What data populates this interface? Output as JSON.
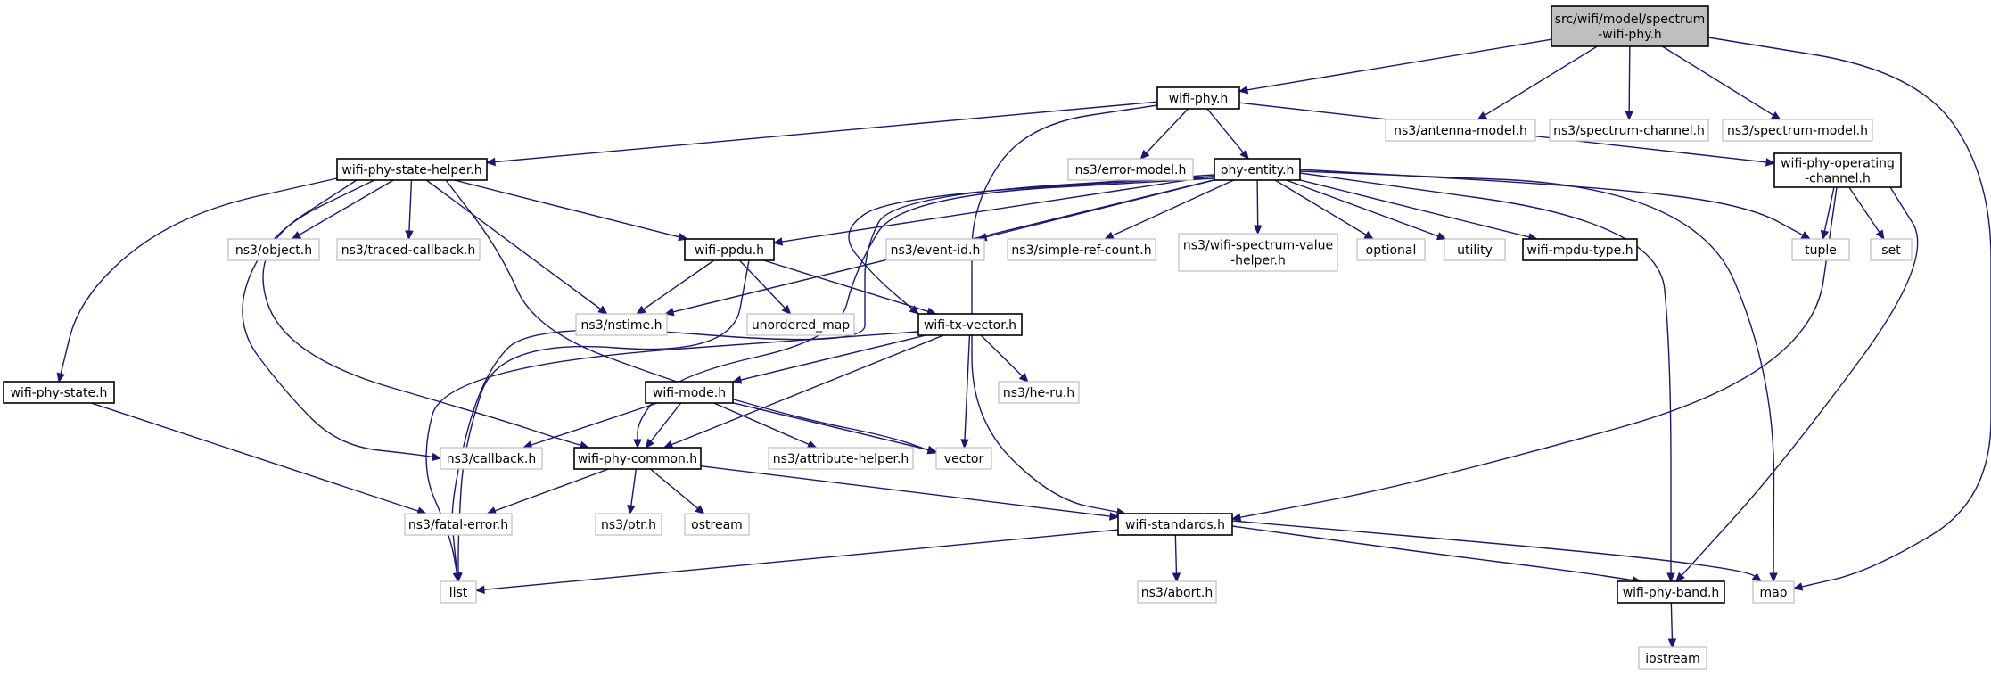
{
  "diagram": {
    "type": "include-dependency-graph",
    "nodes": [
      {
        "id": "root",
        "lines": [
          "src/wifi/model/spectrum",
          "-wifi-phy.h"
        ],
        "kind": "root"
      },
      {
        "id": "wifi-phy",
        "lines": [
          "wifi-phy.h"
        ],
        "kind": "internal"
      },
      {
        "id": "antenna-model",
        "lines": [
          "ns3/antenna-model.h"
        ],
        "kind": "external"
      },
      {
        "id": "spectrum-channel",
        "lines": [
          "ns3/spectrum-channel.h"
        ],
        "kind": "external"
      },
      {
        "id": "spectrum-model",
        "lines": [
          "ns3/spectrum-model.h"
        ],
        "kind": "external"
      },
      {
        "id": "wifi-phy-state-helper",
        "lines": [
          "wifi-phy-state-helper.h"
        ],
        "kind": "internal"
      },
      {
        "id": "error-model",
        "lines": [
          "ns3/error-model.h"
        ],
        "kind": "external"
      },
      {
        "id": "phy-entity",
        "lines": [
          "phy-entity.h"
        ],
        "kind": "internal"
      },
      {
        "id": "wifi-phy-operating-channel",
        "lines": [
          "wifi-phy-operating",
          "-channel.h"
        ],
        "kind": "internal"
      },
      {
        "id": "object",
        "lines": [
          "ns3/object.h"
        ],
        "kind": "external"
      },
      {
        "id": "traced-callback",
        "lines": [
          "ns3/traced-callback.h"
        ],
        "kind": "external"
      },
      {
        "id": "wifi-ppdu",
        "lines": [
          "wifi-ppdu.h"
        ],
        "kind": "internal"
      },
      {
        "id": "event-id",
        "lines": [
          "ns3/event-id.h"
        ],
        "kind": "external"
      },
      {
        "id": "simple-ref-count",
        "lines": [
          "ns3/simple-ref-count.h"
        ],
        "kind": "external"
      },
      {
        "id": "wifi-spectrum-value-helper",
        "lines": [
          "ns3/wifi-spectrum-value",
          "-helper.h"
        ],
        "kind": "external"
      },
      {
        "id": "optional",
        "lines": [
          "optional"
        ],
        "kind": "external"
      },
      {
        "id": "utility",
        "lines": [
          "utility"
        ],
        "kind": "external"
      },
      {
        "id": "wifi-mpdu-type",
        "lines": [
          "wifi-mpdu-type.h"
        ],
        "kind": "internal"
      },
      {
        "id": "tuple",
        "lines": [
          "tuple"
        ],
        "kind": "external"
      },
      {
        "id": "set",
        "lines": [
          "set"
        ],
        "kind": "external"
      },
      {
        "id": "nstime",
        "lines": [
          "ns3/nstime.h"
        ],
        "kind": "external"
      },
      {
        "id": "unordered-map",
        "lines": [
          "unordered_map"
        ],
        "kind": "external"
      },
      {
        "id": "wifi-tx-vector",
        "lines": [
          "wifi-tx-vector.h"
        ],
        "kind": "internal"
      },
      {
        "id": "wifi-phy-state",
        "lines": [
          "wifi-phy-state.h"
        ],
        "kind": "internal"
      },
      {
        "id": "wifi-mode",
        "lines": [
          "wifi-mode.h"
        ],
        "kind": "internal"
      },
      {
        "id": "he-ru",
        "lines": [
          "ns3/he-ru.h"
        ],
        "kind": "external"
      },
      {
        "id": "callback",
        "lines": [
          "ns3/callback.h"
        ],
        "kind": "external"
      },
      {
        "id": "wifi-phy-common",
        "lines": [
          "wifi-phy-common.h"
        ],
        "kind": "internal"
      },
      {
        "id": "attribute-helper",
        "lines": [
          "ns3/attribute-helper.h"
        ],
        "kind": "external"
      },
      {
        "id": "vector",
        "lines": [
          "vector"
        ],
        "kind": "external"
      },
      {
        "id": "fatal-error",
        "lines": [
          "ns3/fatal-error.h"
        ],
        "kind": "external"
      },
      {
        "id": "ptr",
        "lines": [
          "ns3/ptr.h"
        ],
        "kind": "external"
      },
      {
        "id": "ostream",
        "lines": [
          "ostream"
        ],
        "kind": "external"
      },
      {
        "id": "wifi-standards",
        "lines": [
          "wifi-standards.h"
        ],
        "kind": "internal"
      },
      {
        "id": "list",
        "lines": [
          "list"
        ],
        "kind": "external"
      },
      {
        "id": "abort",
        "lines": [
          "ns3/abort.h"
        ],
        "kind": "external"
      },
      {
        "id": "wifi-phy-band",
        "lines": [
          "wifi-phy-band.h"
        ],
        "kind": "internal"
      },
      {
        "id": "map",
        "lines": [
          "map"
        ],
        "kind": "external"
      },
      {
        "id": "iostream",
        "lines": [
          "iostream"
        ],
        "kind": "external"
      }
    ],
    "edges": [
      {
        "from": "root",
        "to": "wifi-phy"
      },
      {
        "from": "root",
        "to": "antenna-model"
      },
      {
        "from": "root",
        "to": "spectrum-channel"
      },
      {
        "from": "root",
        "to": "spectrum-model"
      },
      {
        "from": "root",
        "to": "map"
      },
      {
        "from": "wifi-phy",
        "to": "wifi-phy-state-helper"
      },
      {
        "from": "wifi-phy",
        "to": "error-model"
      },
      {
        "from": "wifi-phy",
        "to": "phy-entity"
      },
      {
        "from": "wifi-phy",
        "to": "wifi-phy-operating-channel"
      },
      {
        "from": "wifi-phy",
        "to": "wifi-standards"
      },
      {
        "from": "wifi-phy-state-helper",
        "to": "object"
      },
      {
        "from": "wifi-phy-state-helper",
        "to": "traced-callback"
      },
      {
        "from": "wifi-phy-state-helper",
        "to": "wifi-ppdu"
      },
      {
        "from": "wifi-phy-state-helper",
        "to": "nstime"
      },
      {
        "from": "wifi-phy-state-helper",
        "to": "wifi-phy-state"
      },
      {
        "from": "wifi-phy-state-helper",
        "to": "callback"
      },
      {
        "from": "wifi-phy-state-helper",
        "to": "wifi-phy-common"
      },
      {
        "from": "wifi-phy-state-helper",
        "to": "vector"
      },
      {
        "from": "phy-entity",
        "to": "wifi-ppdu"
      },
      {
        "from": "phy-entity",
        "to": "nstime"
      },
      {
        "from": "phy-entity",
        "to": "event-id"
      },
      {
        "from": "phy-entity",
        "to": "simple-ref-count"
      },
      {
        "from": "phy-entity",
        "to": "wifi-spectrum-value-helper"
      },
      {
        "from": "phy-entity",
        "to": "optional"
      },
      {
        "from": "phy-entity",
        "to": "utility"
      },
      {
        "from": "phy-entity",
        "to": "wifi-mpdu-type"
      },
      {
        "from": "phy-entity",
        "to": "tuple"
      },
      {
        "from": "phy-entity",
        "to": "map"
      },
      {
        "from": "phy-entity",
        "to": "wifi-tx-vector"
      },
      {
        "from": "phy-entity",
        "to": "wifi-phy-common"
      },
      {
        "from": "phy-entity",
        "to": "wifi-phy-band"
      },
      {
        "from": "phy-entity",
        "to": "list"
      },
      {
        "from": "wifi-phy-operating-channel",
        "to": "tuple"
      },
      {
        "from": "wifi-phy-operating-channel",
        "to": "set"
      },
      {
        "from": "wifi-phy-operating-channel",
        "to": "wifi-standards"
      },
      {
        "from": "wifi-phy-operating-channel",
        "to": "wifi-phy-band"
      },
      {
        "from": "wifi-ppdu",
        "to": "nstime"
      },
      {
        "from": "wifi-ppdu",
        "to": "unordered-map"
      },
      {
        "from": "wifi-ppdu",
        "to": "wifi-tx-vector"
      },
      {
        "from": "wifi-ppdu",
        "to": "list"
      },
      {
        "from": "wifi-tx-vector",
        "to": "wifi-mode"
      },
      {
        "from": "wifi-tx-vector",
        "to": "he-ru"
      },
      {
        "from": "wifi-tx-vector",
        "to": "vector"
      },
      {
        "from": "wifi-tx-vector",
        "to": "wifi-phy-common"
      },
      {
        "from": "wifi-tx-vector",
        "to": "list"
      },
      {
        "from": "wifi-phy-state",
        "to": "fatal-error"
      },
      {
        "from": "wifi-mode",
        "to": "callback"
      },
      {
        "from": "wifi-mode",
        "to": "wifi-phy-common"
      },
      {
        "from": "wifi-mode",
        "to": "attribute-helper"
      },
      {
        "from": "wifi-mode",
        "to": "vector"
      },
      {
        "from": "wifi-phy-common",
        "to": "fatal-error"
      },
      {
        "from": "wifi-phy-common",
        "to": "ptr"
      },
      {
        "from": "wifi-phy-common",
        "to": "ostream"
      },
      {
        "from": "wifi-phy-common",
        "to": "wifi-standards"
      },
      {
        "from": "wifi-standards",
        "to": "list"
      },
      {
        "from": "wifi-standards",
        "to": "abort"
      },
      {
        "from": "wifi-standards",
        "to": "wifi-phy-band"
      },
      {
        "from": "wifi-standards",
        "to": "map"
      },
      {
        "from": "wifi-phy-band",
        "to": "iostream"
      }
    ],
    "colors": {
      "edge": "#191970",
      "internal_border": "#000000",
      "external_border": "#bfbfbf",
      "root_fill": "#bfbfbf"
    }
  }
}
